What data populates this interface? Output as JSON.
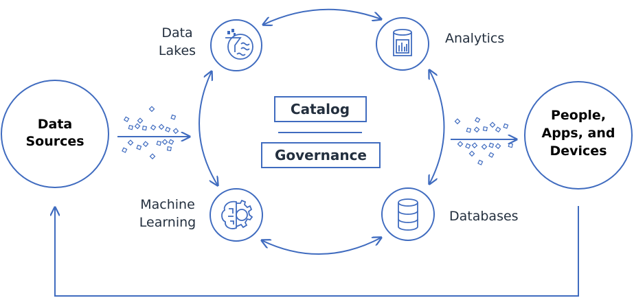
{
  "colors": {
    "accent": "#3f6bbf",
    "text": "#232f3e"
  },
  "nodes": {
    "data_sources": {
      "line1": "Data",
      "line2": "Sources"
    },
    "people": {
      "line1": "People,",
      "line2": "Apps, and",
      "line3": "Devices"
    },
    "data_lakes": {
      "line1": "Data",
      "line2": "Lakes",
      "icon": "data-lake-funnel-icon"
    },
    "analytics": {
      "line1": "Analytics",
      "icon": "analytics-jar-chart-icon"
    },
    "machine_learning": {
      "line1": "Machine",
      "line2": "Learning",
      "icon": "brain-gear-icon"
    },
    "databases": {
      "line1": "Databases",
      "icon": "database-cylinder-icon"
    }
  },
  "center": {
    "catalog": "Catalog",
    "governance": "Governance"
  }
}
